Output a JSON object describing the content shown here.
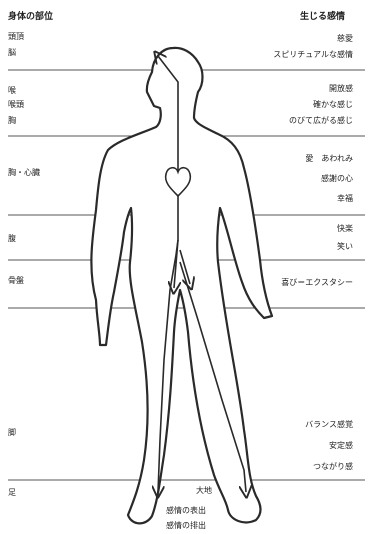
{
  "header": {
    "left_title": "身体の部位",
    "right_title": "生じる感情"
  },
  "body_parts": {
    "head": "頭頂",
    "brain": "脳",
    "throat": "喉",
    "larynx": "喉頭",
    "chest": "胸",
    "heart": "胸・心臓",
    "abdomen": "腹",
    "pelvis": "骨盤",
    "legs": "脚",
    "feet": "足"
  },
  "emotions": {
    "head_1": "慈愛",
    "head_2": "スピリチュアルな感情",
    "throat_1": "開放感",
    "throat_2": "確かな感じ",
    "throat_3": "のびて広がる感じ",
    "heart_1": "愛　あわれみ",
    "heart_2": "感謝の心",
    "heart_3": "幸福",
    "abdomen_1": "快楽",
    "abdomen_2": "笑い",
    "pelvis_1": "喜び＝エクスタシー",
    "legs_1": "バランス感覚",
    "legs_2": "安定感",
    "legs_3": "つながり感",
    "feet_1": "大地",
    "feet_2": "感情の表出",
    "feet_3": "感情の排出"
  },
  "colors": {
    "line": "#444444",
    "outline": "#2a2a2a",
    "text": "#222222"
  }
}
